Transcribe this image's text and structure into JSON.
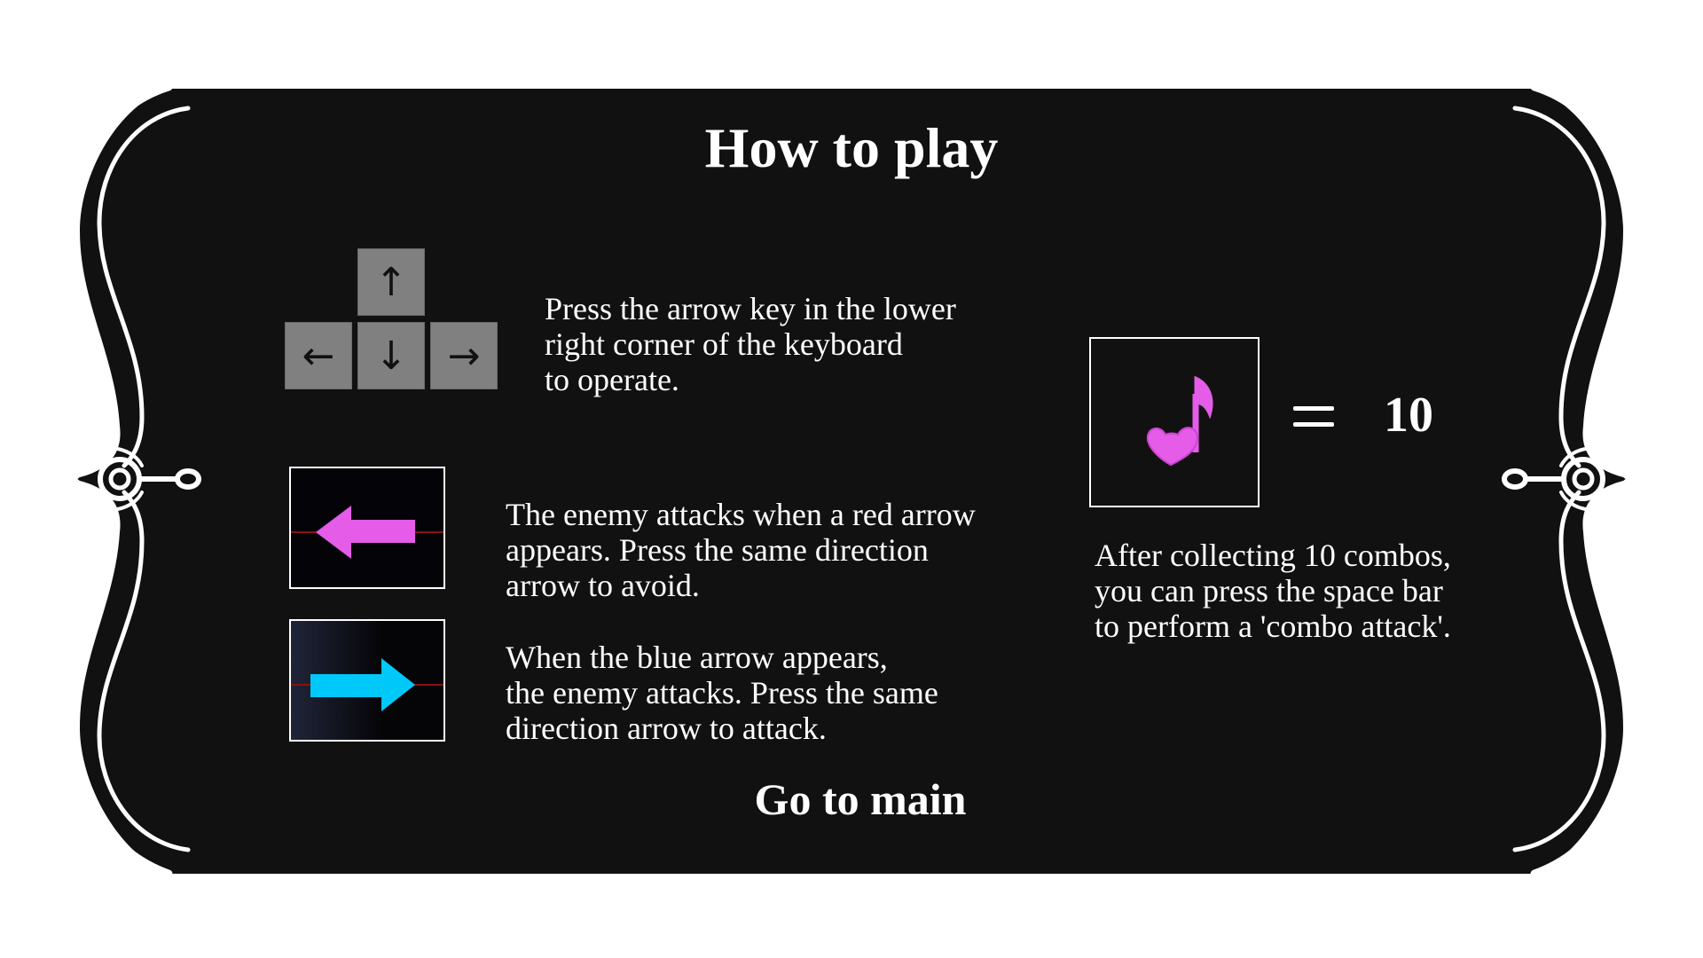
{
  "title": "How to play",
  "controls": {
    "keys": {
      "up": "↑",
      "left": "←",
      "down": "↓",
      "right": "→"
    },
    "description": "Press the arrow key in the lower\nright corner of the keyboard\nto operate."
  },
  "enemy_attack": {
    "arrow_color": "#e45ce8",
    "description": "The enemy attacks when a red arrow\nappears. Press the same direction\narrow to avoid."
  },
  "player_attack": {
    "arrow_color": "#00c8f8",
    "description": "When the blue arrow appears,\nthe enemy attacks. Press the same\ndirection arrow to attack."
  },
  "combo": {
    "icon": "heart-music-note-icon",
    "icon_color": "#e45ce8",
    "equals_sign": "=",
    "count": "10",
    "description": "After collecting 10 combos,\nyou can press the space bar\nto perform a 'combo attack'."
  },
  "go_to_main_label": "Go to main",
  "colors": {
    "panel": "#111111",
    "frame": "#ffffff",
    "key": "#808080"
  }
}
